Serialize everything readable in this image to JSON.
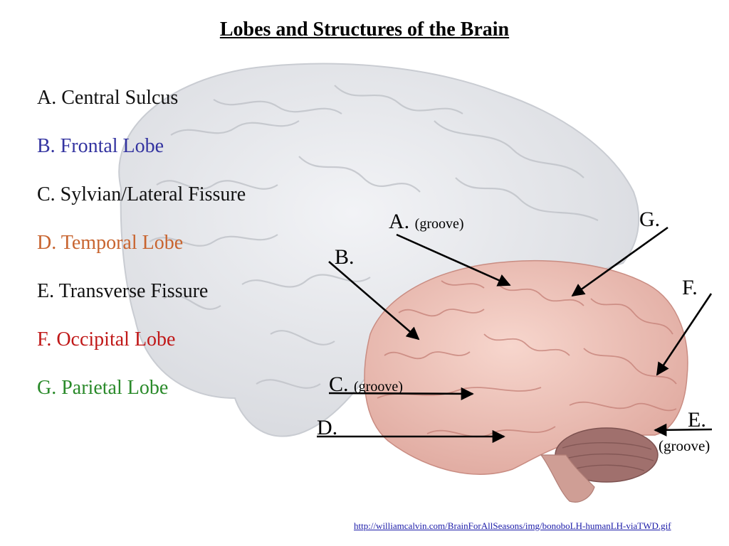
{
  "title": "Lobes and Structures of the Brain",
  "legend": [
    {
      "text": "A.  Central Sulcus",
      "color": "#111111"
    },
    {
      "text": "B.  Frontal Lobe",
      "color": "#3333a0"
    },
    {
      "text": "C.  Sylvian/Lateral Fissure",
      "color": "#111111"
    },
    {
      "text": "D.  Temporal Lobe",
      "color": "#c8642f"
    },
    {
      "text": "E.  Transverse Fissure",
      "color": "#111111"
    },
    {
      "text": "F.  Occipital Lobe",
      "color": "#c01818"
    },
    {
      "text": "G.  Parietal Lobe",
      "color": "#2a8a2a"
    }
  ],
  "callouts": {
    "A": {
      "letter": "A.",
      "note": "(groove)"
    },
    "B": {
      "letter": "B."
    },
    "C": {
      "letter": "C.",
      "note": "(groove)"
    },
    "D": {
      "letter": "D."
    },
    "E": {
      "letter": "E.",
      "note": "(groove)"
    },
    "F": {
      "letter": "F."
    },
    "G": {
      "letter": "G."
    }
  },
  "source_url": "http://williamcalvin.com/BrainForAllSeasons/img/bonoboLH-humanLH-viaTWD.gif",
  "colors": {
    "large_brain": "#e7e8ec",
    "small_brain": "#f0c7bd",
    "cerebellum": "#a0706d",
    "arrow": "#000000"
  }
}
